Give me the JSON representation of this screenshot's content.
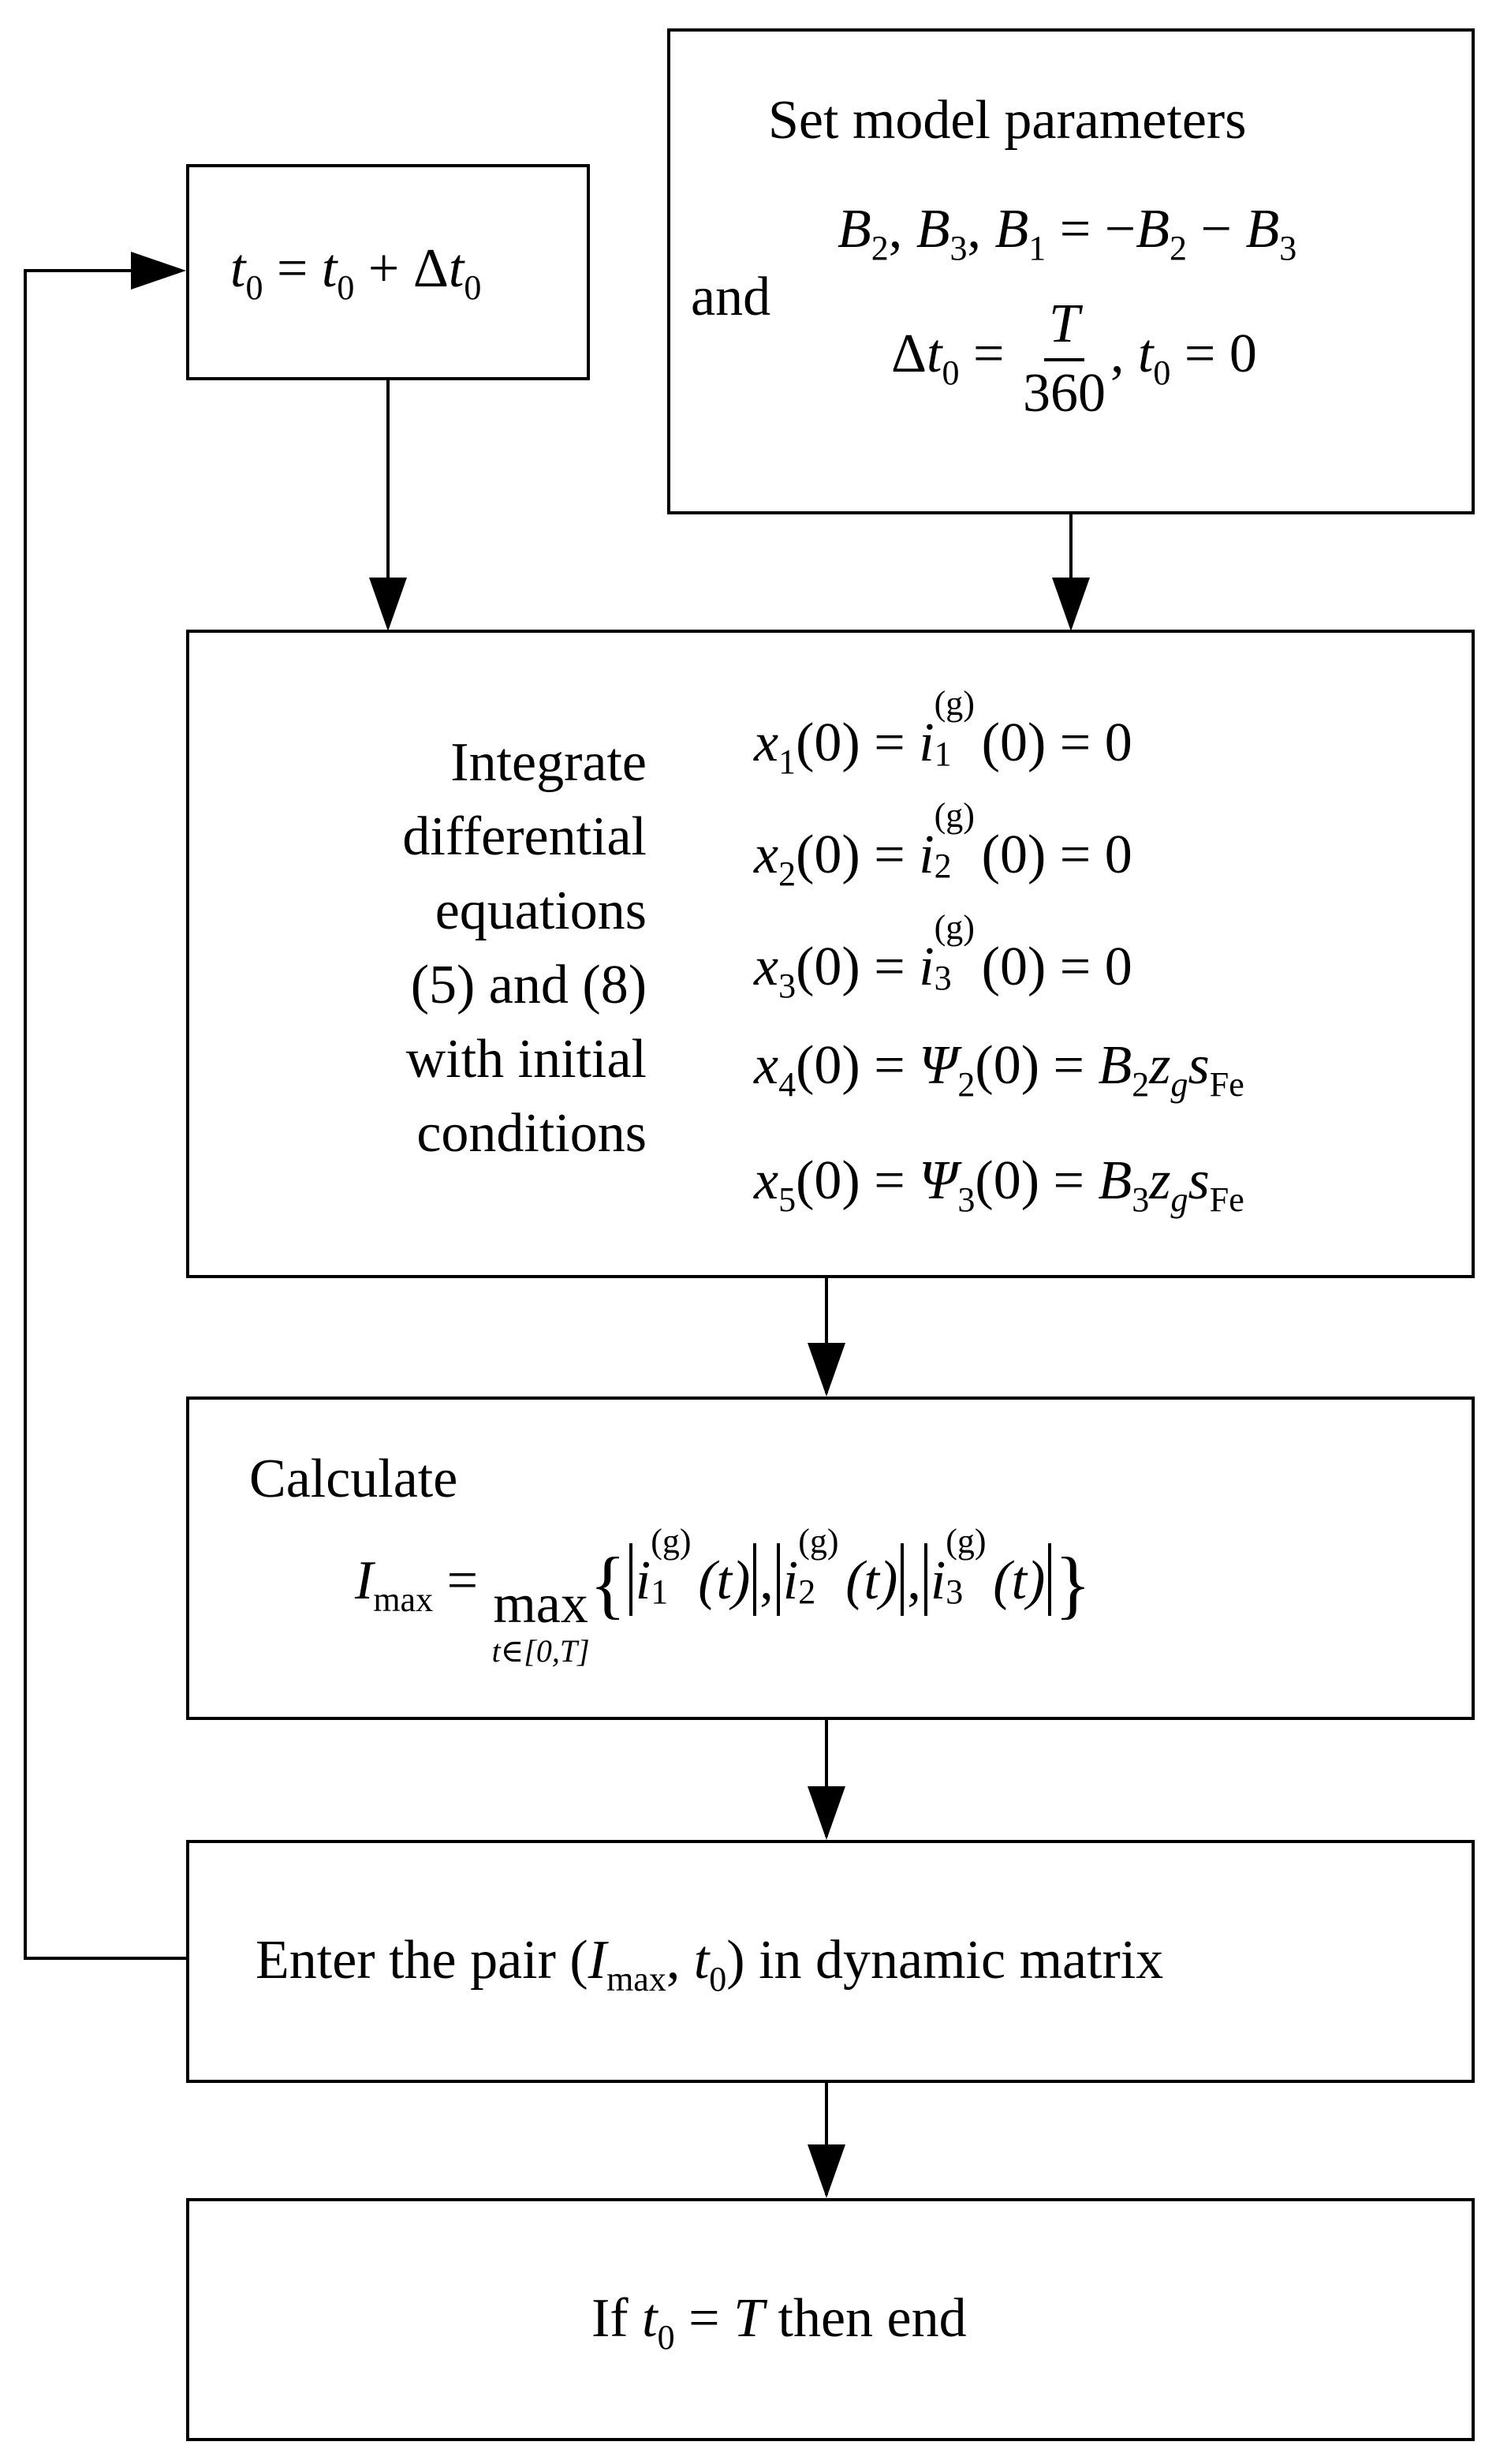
{
  "diagram": {
    "update_box": {
      "lhs": "t",
      "lhs_sub": "0",
      "eq": "=",
      "rhs1": "t",
      "rhs1_sub": "0",
      "plus": "+",
      "delta": "Δ",
      "rhs2": "t",
      "rhs2_sub": "0"
    },
    "params_box": {
      "title": "Set model parameters",
      "and_label": "and",
      "line1": {
        "b2": "B",
        "b2_sub": "2",
        "c1": ",",
        "b3": "B",
        "b3_sub": "3",
        "c2": ",",
        "b1": "B",
        "b1_sub": "1",
        "eq": "=",
        "neg": "−",
        "b2b": "B",
        "b2b_sub": "2",
        "minus": "−",
        "b3b": "B",
        "b3b_sub": "3"
      },
      "line2": {
        "delta": "Δ",
        "t": "t",
        "t_sub": "0",
        "eq": "=",
        "num": "T",
        "den": "360",
        "comma": ",",
        "t0": "t",
        "t0_sub": "0",
        "eq2": "=",
        "zero": "0"
      }
    },
    "integrate_box": {
      "text_lines": [
        "Integrate",
        "differential",
        "equations",
        "(5) and (8)",
        "with initial",
        "conditions"
      ],
      "equations": [
        {
          "x": "x",
          "xs": "1",
          "arg": "(0)",
          "eq": "=",
          "f": "i",
          "fsup": "(g)",
          "fsub": "1",
          "farg": "(0)",
          "eq2": "=",
          "r": "0"
        },
        {
          "x": "x",
          "xs": "2",
          "arg": "(0)",
          "eq": "=",
          "f": "i",
          "fsup": "(g)",
          "fsub": "2",
          "farg": "(0)",
          "eq2": "=",
          "r": "0"
        },
        {
          "x": "x",
          "xs": "3",
          "arg": "(0)",
          "eq": "=",
          "f": "i",
          "fsup": "(g)",
          "fsub": "3",
          "farg": "(0)",
          "eq2": "=",
          "r": "0"
        }
      ],
      "psi_equations": [
        {
          "x": "x",
          "xs": "4",
          "arg": "(0)",
          "eq": "=",
          "psi": "Ψ",
          "psub": "2",
          "parg": "(0)",
          "eq2": "=",
          "b": "B",
          "bs": "2",
          "z": "z",
          "zs": "g",
          "s": "s",
          "ss": "Fe"
        },
        {
          "x": "x",
          "xs": "5",
          "arg": "(0)",
          "eq": "=",
          "psi": "Ψ",
          "psub": "3",
          "parg": "(0)",
          "eq2": "=",
          "b": "B",
          "bs": "3",
          "z": "z",
          "zs": "g",
          "s": "s",
          "ss": "Fe"
        }
      ]
    },
    "calc_box": {
      "title": "Calculate",
      "lhs": "I",
      "lhs_sub": "max",
      "eq": "=",
      "op": "max",
      "op_under": "t∈[0,T]",
      "lbrace": "{",
      "rbrace": "}",
      "comma": ",",
      "terms": [
        {
          "f": "i",
          "sup": "(g)",
          "sub": "1",
          "arg": "(t)"
        },
        {
          "f": "i",
          "sup": "(g)",
          "sub": "2",
          "arg": "(t)"
        },
        {
          "f": "i",
          "sup": "(g)",
          "sub": "3",
          "arg": "(t)"
        }
      ]
    },
    "enter_box": {
      "pre": "Enter the pair (",
      "I": "I",
      "I_sub": "max",
      "comma": ",",
      "t": "t",
      "t_sub": "0",
      "post": ") in dynamic matrix"
    },
    "end_box": {
      "pre": "If ",
      "t": "t",
      "t_sub": "0",
      "eq": "=",
      "T": "T",
      "post": " then end"
    }
  }
}
